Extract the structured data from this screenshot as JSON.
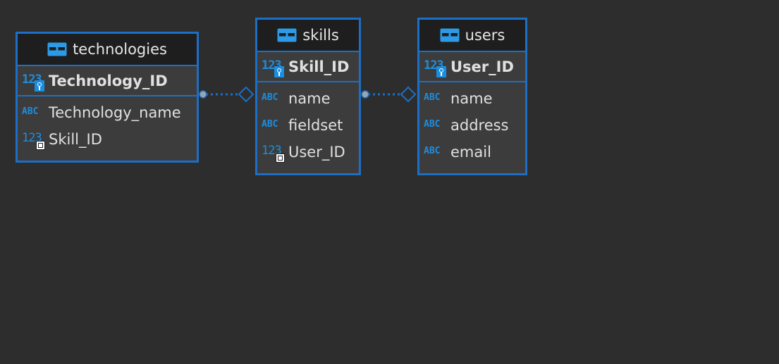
{
  "diagram": {
    "entities": [
      {
        "id": "technologies",
        "name": "technologies",
        "pk": {
          "label": "Technology_ID",
          "type": "123"
        },
        "attributes": [
          {
            "label": "Technology_name",
            "type": "ABC",
            "fk": false
          },
          {
            "label": "Skill_ID",
            "type": "123",
            "fk": true
          }
        ]
      },
      {
        "id": "skills",
        "name": "skills",
        "pk": {
          "label": "Skill_ID",
          "type": "123"
        },
        "attributes": [
          {
            "label": "name",
            "type": "ABC",
            "fk": false
          },
          {
            "label": "fieldset",
            "type": "ABC",
            "fk": false
          },
          {
            "label": "User_ID",
            "type": "123",
            "fk": true
          }
        ]
      },
      {
        "id": "users",
        "name": "users",
        "pk": {
          "label": "User_ID",
          "type": "123"
        },
        "attributes": [
          {
            "label": "name",
            "type": "ABC",
            "fk": false
          },
          {
            "label": "address",
            "type": "ABC",
            "fk": false
          },
          {
            "label": "email",
            "type": "ABC",
            "fk": false
          }
        ]
      }
    ],
    "relationships": [
      {
        "from": "technologies",
        "to": "skills",
        "style": "dotted"
      },
      {
        "from": "skills",
        "to": "users",
        "style": "dotted"
      }
    ]
  },
  "colors": {
    "background": "#2d2d2d",
    "entity_border": "#1c6fc6",
    "header_bg": "#1e1e1e",
    "body_bg": "#3c3c3c",
    "type_icon": "#1c8ee0",
    "connector": "#1c6fc6"
  }
}
